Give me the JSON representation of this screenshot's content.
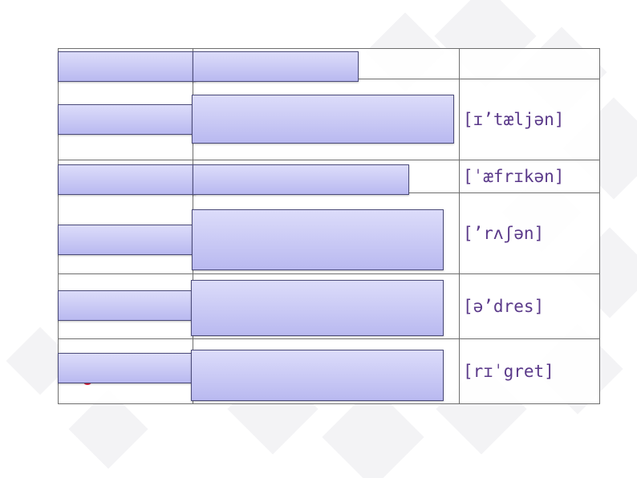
{
  "table": {
    "rows": [
      {
        "phonetic": ""
      },
      {
        "phonetic": "[ɪ’tæljən]"
      },
      {
        "phonetic": "[ˈæfrɪkən]"
      },
      {
        "phonetic": "[’rʌʃən]"
      },
      {
        "phonetic": "[ə’dres]"
      },
      {
        "phonetic": "[rɪˈgret]"
      }
    ]
  },
  "colors": {
    "cover_fill": "#c8c8f5",
    "cover_border": "#4b4b7a",
    "phonetic_text": "#5b3a8a",
    "grid_line": "#6e6e6e",
    "accent_red": "#e2203b"
  }
}
